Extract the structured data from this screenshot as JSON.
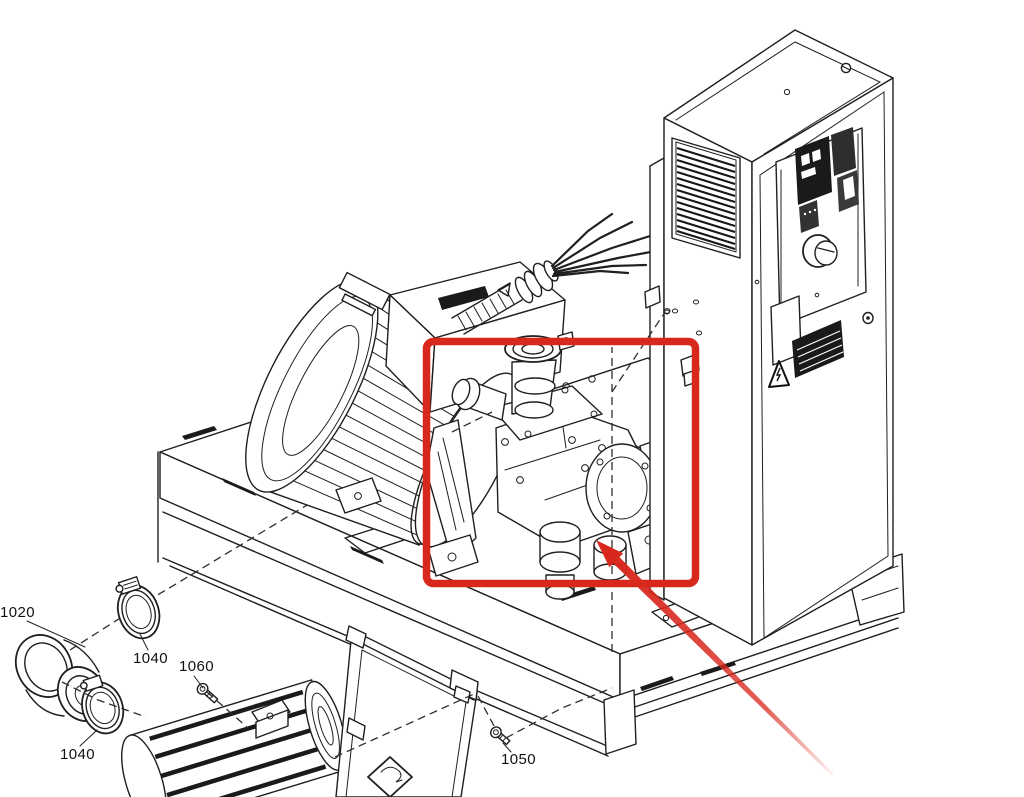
{
  "diagram": {
    "part_labels": [
      {
        "number": "1020"
      },
      {
        "number": "1040"
      },
      {
        "number": "1060"
      },
      {
        "number": "1040"
      },
      {
        "number": "1050"
      }
    ]
  },
  "colors": {
    "highlight_red": "#d8281e",
    "line_dark": "#1f1f1f",
    "background": "#ffffff"
  },
  "icons": {
    "warning_triangle": "⚠",
    "brand_logo": "◆"
  }
}
